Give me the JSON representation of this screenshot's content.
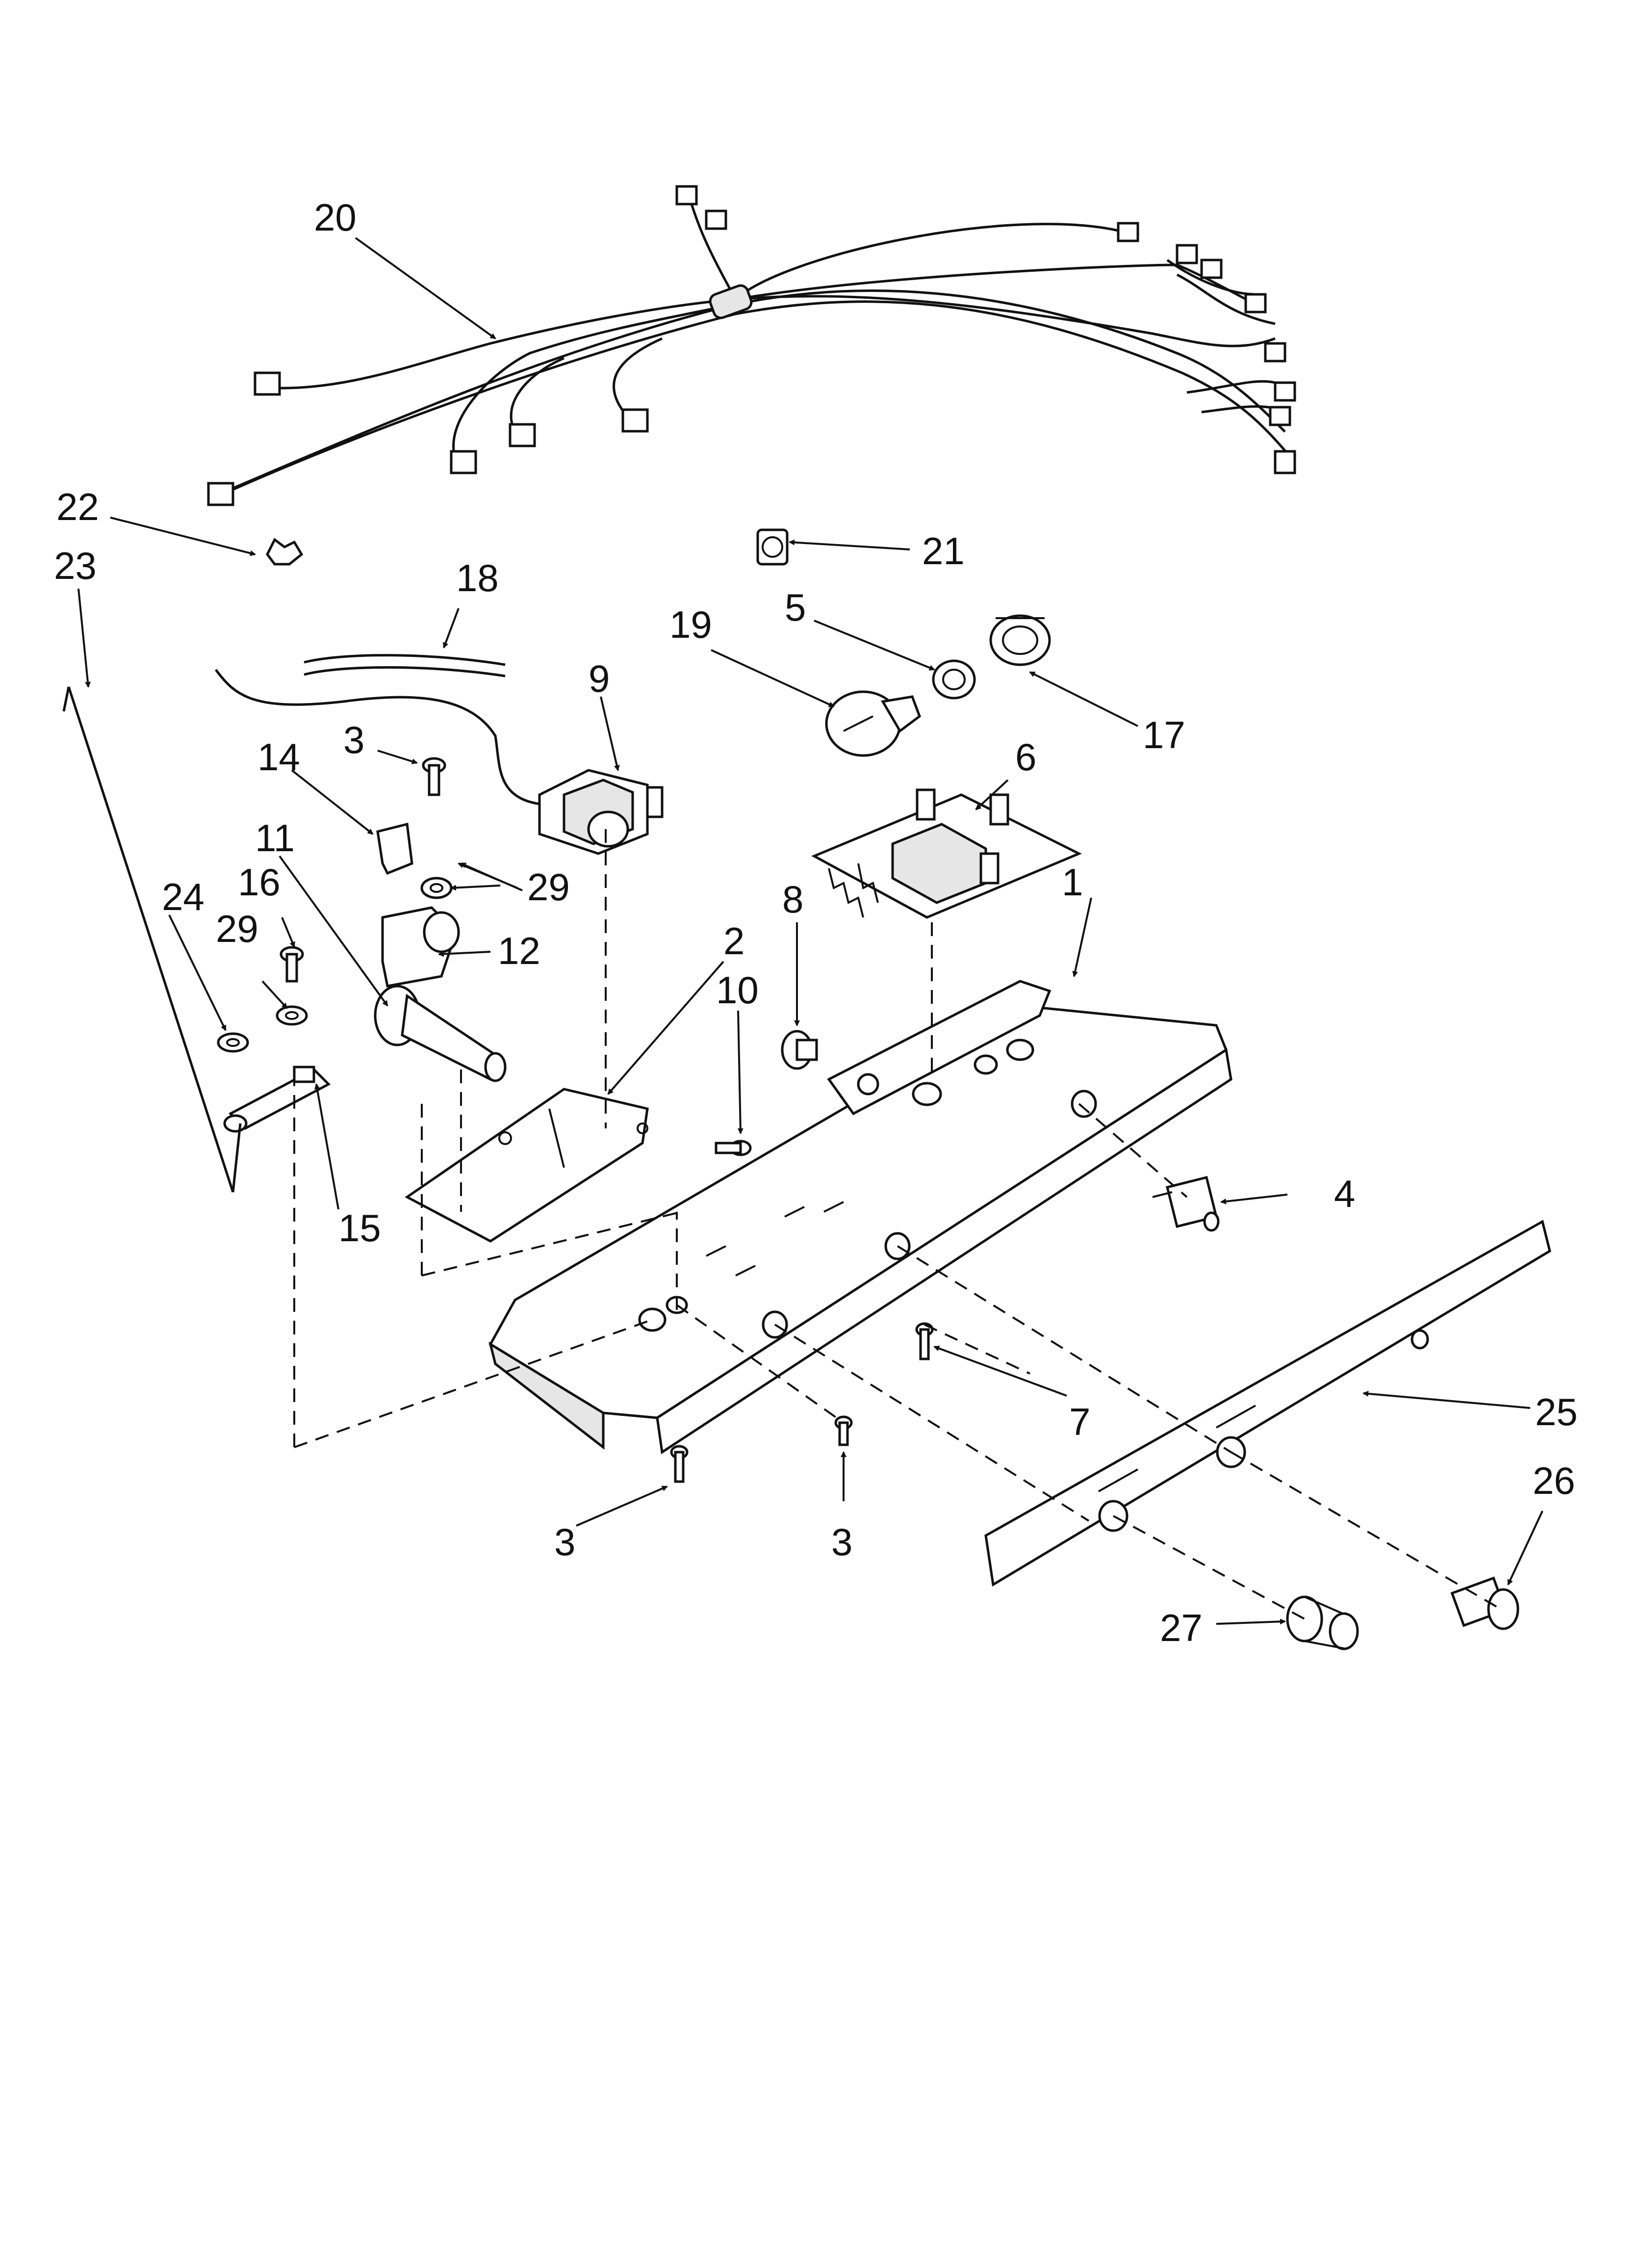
{
  "diagram": {
    "callouts": [
      "20",
      "22",
      "23",
      "18",
      "21",
      "5",
      "19",
      "17",
      "9",
      "3",
      "14",
      "11",
      "29",
      "6",
      "24",
      "16",
      "12",
      "2",
      "8",
      "1",
      "10",
      "4",
      "15",
      "25",
      "7",
      "26",
      "27"
    ]
  }
}
